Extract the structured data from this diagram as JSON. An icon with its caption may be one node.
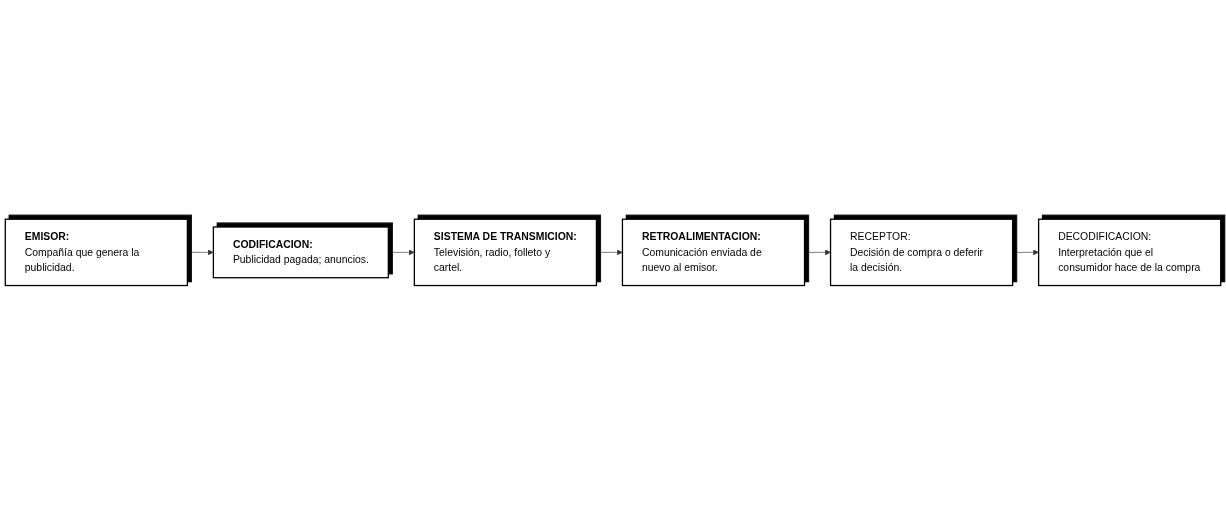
{
  "diagram": {
    "nodes": [
      {
        "text": [
          "EMISOR:",
          "Compañía que genera la publicidad."
        ]
      },
      {
        "text": [
          "CODIFICACION:",
          "Publicidad pagada; anuncios."
        ]
      },
      {
        "text": [
          "SISTEMA DE TRANSMICION:",
          "Televisión, radio, folleto y cartel."
        ]
      },
      {
        "text": [
          "RECEPTOR:",
          "Decisión de compra o deferir la decisión."
        ]
      },
      {
        "text": [
          "RETROALIMENTACION:",
          "Comunicación enviada de nuevo al emisor."
        ]
      },
      {
        "text": [
          "DECODIFICACION:",
          "Interpretación que el consumidor hace de la compra"
        ]
      }
    ],
    "edges": [
      {
        "from": 0,
        "to": 1,
        "arrow": "to"
      },
      {
        "from": 1,
        "to": 2,
        "arrow": "to"
      },
      {
        "from": 2,
        "to": 4,
        "arrow": "to"
      },
      {
        "from": 4,
        "to": 3,
        "arrow": "to"
      },
      {
        "from": 3,
        "to": 5,
        "arrow": "to"
      }
    ]
  }
}
